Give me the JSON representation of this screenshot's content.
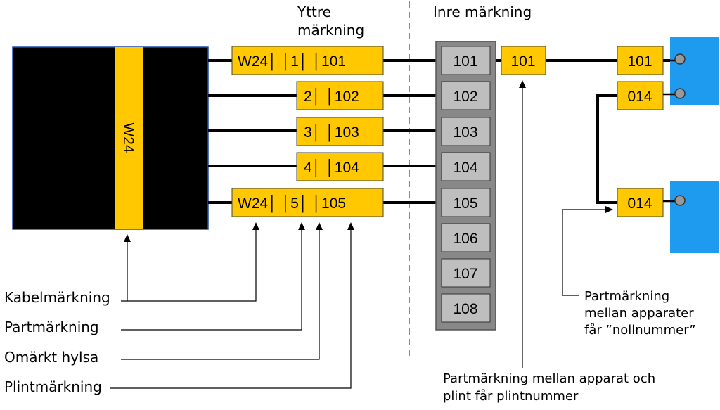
{
  "colors": {
    "tag_yellow": "#FFC800",
    "device_blue": "#1E9BEF",
    "terminal_grey": "#BEBEBE",
    "strip_grey": "#888888",
    "cable_black": "#000000"
  },
  "headings": {
    "outer_line1": "Yttre",
    "outer_line2": "märkning",
    "inner": "Inre märkning"
  },
  "cable": {
    "marker": "W24"
  },
  "outer_tags": [
    "W24│ │1│ │101",
    "2│ │102",
    "3│ │103",
    "4│ │104",
    "W24│ │5│ │105"
  ],
  "terminals": [
    "101",
    "102",
    "103",
    "104",
    "105",
    "106",
    "107",
    "108"
  ],
  "inner_tag": "101",
  "device_tags": [
    "101",
    "014",
    "014"
  ],
  "legend": [
    "Kabelmärkning",
    "Partmärkning",
    "Omärkt hylsa",
    "Plintmärkning"
  ],
  "notes": {
    "device_line1": "Partmärkning",
    "device_line2": "mellan apparater",
    "device_line3": "får ”nollnummer”",
    "terminal_line1": "Partmärkning mellan apparat och",
    "terminal_line2": "plint får plintnummer"
  }
}
